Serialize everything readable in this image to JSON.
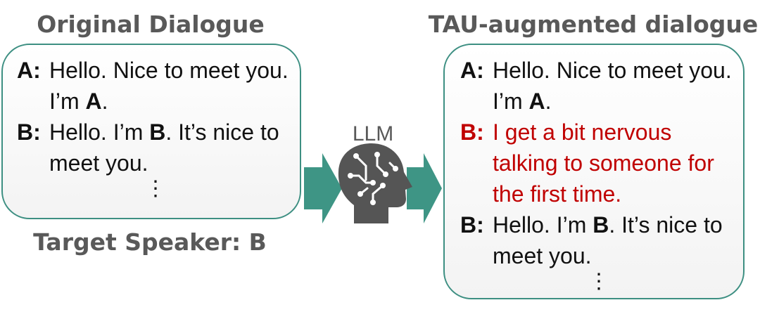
{
  "original": {
    "title": "Original Dialogue",
    "turns": [
      {
        "speaker": "A:",
        "text_before": "Hello. Nice to meet you. I’m ",
        "bold": "A",
        "text_after": "."
      },
      {
        "speaker": "B:",
        "text_before": "Hello. I’m ",
        "bold": "B",
        "text_after": ". It’s nice to meet you."
      }
    ],
    "ellipsis": "⋮"
  },
  "target_speaker": "Target Speaker: B",
  "model": {
    "label": "LLM",
    "icon": "brain-head-icon"
  },
  "augmented": {
    "title": "TAU-augmented dialogue",
    "turns": [
      {
        "speaker": "A:",
        "text_before": "Hello. Nice to meet you. I’m ",
        "bold": "A",
        "text_after": "."
      },
      {
        "speaker": "B:",
        "text": "I get a bit nervous talking to someone for the first time."
      },
      {
        "speaker": "B:",
        "text_before": "Hello. I’m ",
        "bold": "B",
        "text_after": ". It’s nice to meet you."
      }
    ],
    "ellipsis": "⋮"
  },
  "colors": {
    "box_border": "#3d8f82",
    "arrow": "#3e9585",
    "inserted_turn": "#c00000",
    "heading": "#595959",
    "icon": "#555555"
  }
}
